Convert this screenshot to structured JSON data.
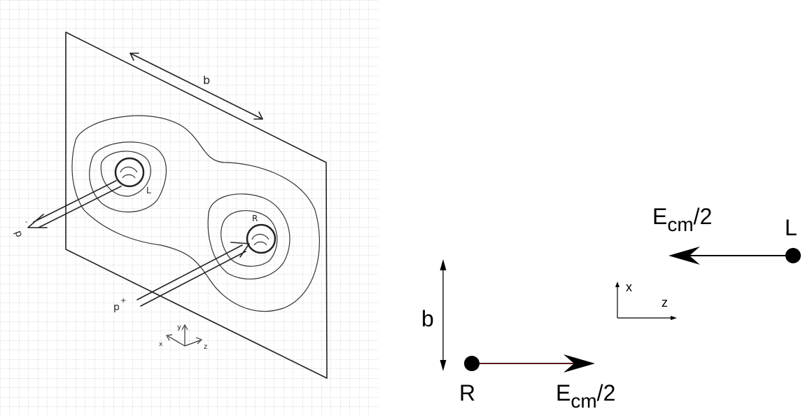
{
  "sketch": {
    "b_label": "b",
    "L_label": "L",
    "R_label": "R",
    "p_minus_label": "p",
    "p_minus_sup": "-",
    "p_plus_label": "p",
    "p_plus_sup": "+",
    "axis_y": "y",
    "axis_x": "x",
    "axis_z": "z"
  },
  "schematic": {
    "L_label": "L",
    "R_label": "R",
    "b_label": "b",
    "energy_top": {
      "main": "E",
      "sub": "cm",
      "tail": "/2"
    },
    "energy_bottom": {
      "main": "E",
      "sub": "cm",
      "tail": "/2"
    },
    "axis_x": "x",
    "axis_z": "z"
  },
  "colors": {
    "ink": "#000000",
    "pencil": "#222222",
    "grid": "#b8b8b8",
    "bottom_arrow": "#5a1a1a"
  }
}
